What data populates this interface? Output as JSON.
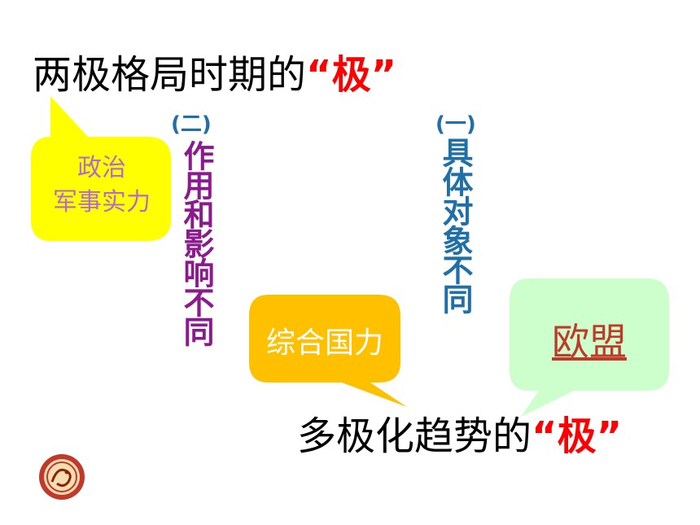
{
  "top_title": {
    "text": "两极格局时期的",
    "highlight": "“极”"
  },
  "bottom_title": {
    "text": "多极化趋势的",
    "highlight": "“极”"
  },
  "bubble_yellow": {
    "line1": "政治",
    "line2": "军事实力"
  },
  "bubble_orange": {
    "text": "综合国力"
  },
  "bubble_green": {
    "text": "欧盟"
  },
  "label_two": {
    "num": "(二)",
    "text": "作用和影响不同"
  },
  "label_one": {
    "num": "(一)",
    "text": "具体对象不同"
  },
  "colors": {
    "yellow": "#ffff00",
    "orange": "#ffc000",
    "green": "#ccffcc",
    "purple": "#8b1a8e",
    "blue": "#1f6fa8",
    "red": "#ff0000"
  }
}
